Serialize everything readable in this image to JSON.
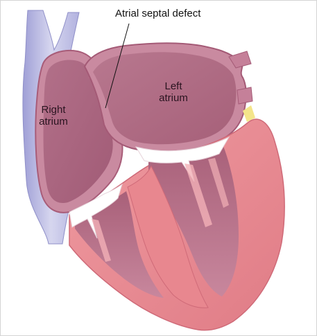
{
  "labels": {
    "atrial_septal_defect": "Atrial septal defect",
    "left_atrium": "Left\natrium",
    "right_atrium": "Right\natrium"
  },
  "colors": {
    "background": "#ffffff",
    "atrium_chamber": "#a45f7a",
    "atrium_wall": "#c98aa0",
    "myocardium": "#e48a92",
    "vein": "#c6c6e6",
    "valve": "#ffffff",
    "leader_line": "#111111"
  }
}
